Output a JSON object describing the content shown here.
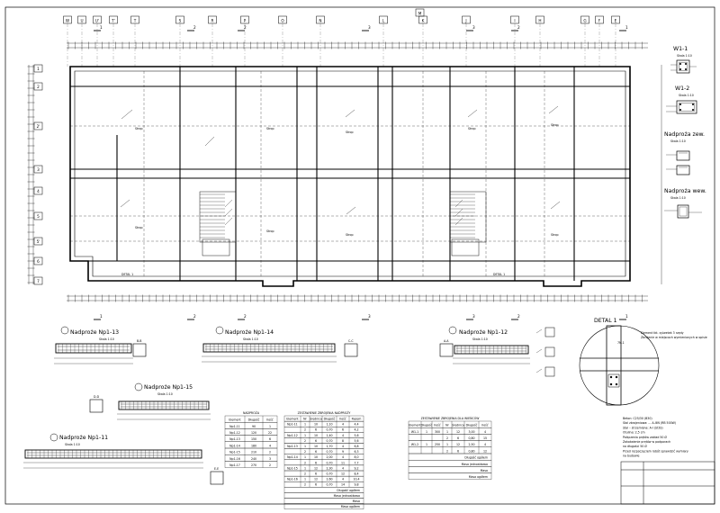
{
  "top_axes": [
    "W",
    "U",
    "U'",
    "T'",
    "T",
    "S",
    "R",
    "P",
    "O",
    "N",
    "L",
    "K",
    "J",
    "I",
    "H",
    "G",
    "F",
    "E"
  ],
  "top_center_label": "M",
  "left_axes": [
    "1",
    "2",
    "3",
    "4",
    "5",
    "6",
    "7"
  ],
  "section_marks": [
    "1",
    "2",
    "2",
    "3",
    "3",
    "2",
    "2",
    "1"
  ],
  "side_details": {
    "w1": {
      "title": "W1-1",
      "scale": "Skala 1:10"
    },
    "w2": {
      "title": "W1-2",
      "scale": "Skala 1:10"
    },
    "zew": {
      "title": "Nadproża zew.",
      "scale": "Skala 1:10"
    },
    "wew": {
      "title": "Nadproża wew.",
      "scale": "Skala 1:10"
    }
  },
  "lintels": [
    {
      "title": "Nadproże Np1-13",
      "scale": "Skala 1:10",
      "section": "B-B"
    },
    {
      "title": "Nadproże Np1-14",
      "scale": "Skala 1:10",
      "section": "C-C"
    },
    {
      "title": "Nadproże Np1-12",
      "scale": "Skala 1:10",
      "section": "A-A"
    },
    {
      "title": "Nadproże Np1-15",
      "scale": "Skala 1:10",
      "section": "D-D"
    },
    {
      "title": "Nadproże Np1-11",
      "scale": "Skala 1:10",
      "section": "E-E"
    }
  ],
  "detail": {
    "title": "DETAL 1",
    "label": "7N-1"
  },
  "plan_detail_label": "DETAL 1",
  "plan_room_label": "Strop",
  "table1": {
    "title": "NADPROŻA",
    "headers": [
      "Element",
      "Długość",
      "Ilość"
    ],
    "rows": [
      [
        "Np1-11",
        "90",
        "1"
      ],
      [
        "Np1-12",
        "120",
        "22"
      ],
      [
        "Np1-13",
        "150",
        "6"
      ],
      [
        "Np1-14",
        "180",
        "4"
      ],
      [
        "Np1-15",
        "210",
        "2"
      ],
      [
        "Np1-16",
        "240",
        "3"
      ],
      [
        "Np1-17",
        "270",
        "2"
      ]
    ]
  },
  "table2": {
    "title": "ZESTAWIENIE ZBROJENIA NADPROŻY",
    "headers": [
      "Element",
      "Nr",
      "Średnica",
      "Długość",
      "Ilość",
      "Razem"
    ],
    "rows": [
      [
        "Np1-11",
        "1",
        "10",
        "1,10",
        "4",
        "4,4"
      ],
      [
        "",
        "2",
        "6",
        "0,70",
        "6",
        "4,2"
      ],
      [
        "Np1-12",
        "1",
        "10",
        "1,40",
        "4",
        "5,6"
      ],
      [
        "",
        "2",
        "6",
        "0,70",
        "8",
        "5,6"
      ],
      [
        "Np1-13",
        "1",
        "10",
        "1,70",
        "4",
        "6,8"
      ],
      [
        "",
        "2",
        "6",
        "0,70",
        "9",
        "6,3"
      ],
      [
        "Np1-14",
        "1",
        "10",
        "2,00",
        "4",
        "8,0"
      ],
      [
        "",
        "2",
        "6",
        "0,70",
        "11",
        "7,7"
      ],
      [
        "Np1-15",
        "1",
        "12",
        "2,30",
        "4",
        "9,2"
      ],
      [
        "",
        "2",
        "6",
        "0,70",
        "12",
        "8,4"
      ],
      [
        "Np1-16",
        "1",
        "12",
        "2,60",
        "4",
        "10,4"
      ],
      [
        "",
        "2",
        "6",
        "0,70",
        "14",
        "9,8"
      ]
    ],
    "footer": [
      "Długość ogółem",
      "Masa jednostkowa",
      "Masa",
      "Masa ogółem"
    ]
  },
  "table3": {
    "title": "ZESTAWIENIE ZBROJENIA DLA WIEŃCÓW",
    "headers": [
      "Element",
      "Długość",
      "Ilość",
      "Nr",
      "Średnica",
      "Długość",
      "Ilość"
    ],
    "rows": [
      [
        "W1-1",
        "1",
        "300",
        "1",
        "12",
        "3,00",
        "4"
      ],
      [
        "",
        "",
        "",
        "2",
        "6",
        "0,80",
        "15"
      ],
      [
        "W1-2",
        "1",
        "250",
        "1",
        "12",
        "2,50",
        "4"
      ],
      [
        "",
        "",
        "",
        "2",
        "6",
        "0,80",
        "12"
      ]
    ],
    "footer": [
      "Długość ogółem",
      "Masa jednostkowa",
      "Masa",
      "Masa ogółem"
    ]
  },
  "notes": [
    "Beton: C25/30 (B30)",
    "Stal zbrojeniowa: ... A-IIIN (RB 500W)",
    "Stal – strzemiona: A-I (St3S)",
    "Otulina: 2,5 cm",
    "Połączenia prętów zakład 50 Ø",
    "Zakotwienie prętów w podporach",
    "na długości 50 Ø",
    "Przed rozpoczęciem robót sprawdzić wymiary",
    "na budowie"
  ],
  "detail_notes": [
    "Element tkt. sylwetek 3 rzędy",
    "Zbrojenie w miejscach wymienionych w opisie"
  ]
}
